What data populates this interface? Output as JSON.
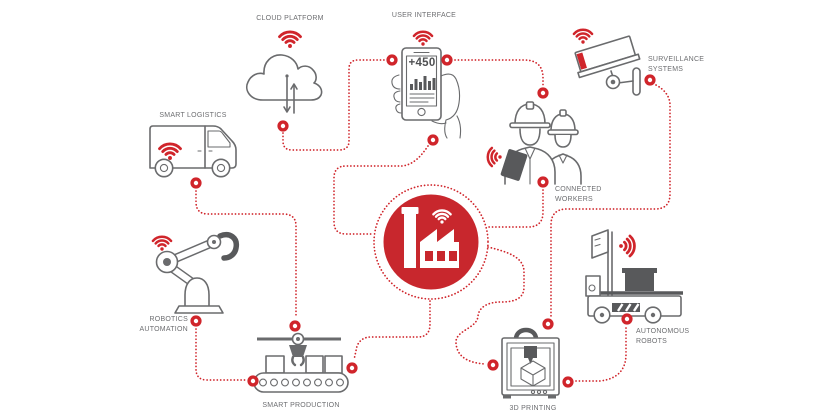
{
  "colors": {
    "accent_red": "#d0252b",
    "center_circle_red": "#c8272d",
    "icon_outline_gray": "#6a6b6d",
    "icon_dark_gray": "#58595b",
    "label_gray": "#6d6e71"
  },
  "hub": {
    "name": "smart-factory-hub",
    "icon": "factory-with-wifi"
  },
  "nodes": {
    "cloud_platform": {
      "label": "CLOUD PLATFORM",
      "icon": "cloud-sync"
    },
    "user_interface": {
      "label": "USER INTERFACE",
      "phone_stat": "+450",
      "icon": "hand-holding-phone"
    },
    "surveillance_systems": {
      "lines": [
        "SURVEILLANCE",
        "SYSTEMS"
      ],
      "icon": "cctv-camera"
    },
    "smart_logistics": {
      "label": "SMART LOGISTICS",
      "icon": "delivery-van"
    },
    "connected_workers": {
      "lines": [
        "CONNECTED",
        "WORKERS"
      ],
      "icon": "workers-with-tablet"
    },
    "robotics_automation": {
      "lines": [
        "ROBOTICS",
        "AUTOMATION"
      ],
      "icon": "robot-arm"
    },
    "smart_production": {
      "label": "SMART PRODUCTION",
      "icon": "conveyor-belt"
    },
    "printing_3d": {
      "label": "3D PRINTING",
      "icon": "3d-printer"
    },
    "autonomous_robots": {
      "lines": [
        "AUTONOMOUS",
        "ROBOTS"
      ],
      "icon": "agv-forklift"
    }
  },
  "connections": [
    {
      "from": "cloud_platform",
      "to": "user_interface"
    },
    {
      "from": "user_interface",
      "to": "hub"
    },
    {
      "from": "user_interface",
      "to": "connected_workers"
    },
    {
      "from": "connected_workers",
      "to": "hub"
    },
    {
      "from": "surveillance_systems",
      "to": "printing_3d"
    },
    {
      "from": "hub",
      "to": "printing_3d"
    },
    {
      "from": "printing_3d",
      "to": "autonomous_robots"
    },
    {
      "from": "hub",
      "to": "smart_production"
    },
    {
      "from": "smart_logistics",
      "to": "smart_production"
    },
    {
      "from": "robotics_automation",
      "to": "smart_production"
    }
  ]
}
